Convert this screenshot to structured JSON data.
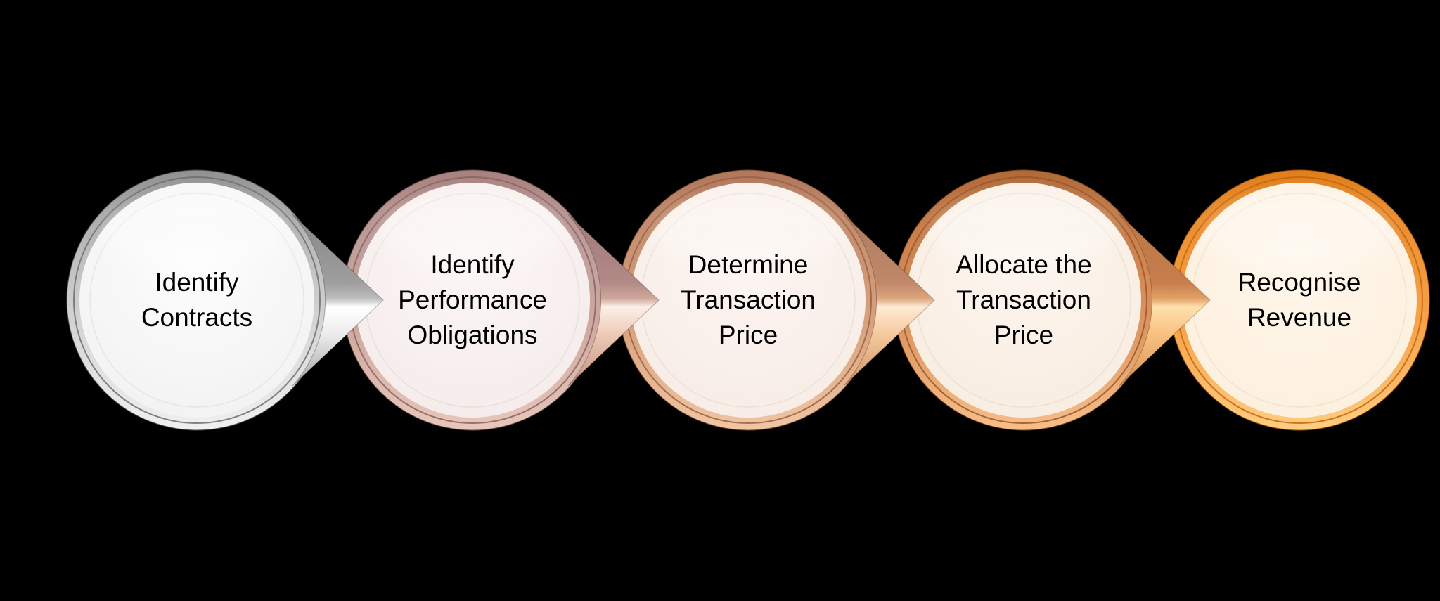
{
  "diagram": {
    "type": "process-flow",
    "background_color": "#000000",
    "text_color": "#000000",
    "steps": [
      {
        "id": 1,
        "label": "Identify\nContracts",
        "theme": "silver",
        "ring_color": "#bcbcbc",
        "fill_color": "#f7f6f6"
      },
      {
        "id": 2,
        "label": "Identify\nPerformance\nObligations",
        "theme": "rose",
        "ring_color": "#bf9f9c",
        "fill_color": "#f9f2f1"
      },
      {
        "id": 3,
        "label": "Determine\nTransaction\nPrice",
        "theme": "copper",
        "ring_color": "#c89273",
        "fill_color": "#faf1ec"
      },
      {
        "id": 4,
        "label": "Allocate the\nTransaction\nPrice",
        "theme": "bronze",
        "ring_color": "#cc8350",
        "fill_color": "#fbf1e9"
      },
      {
        "id": 5,
        "label": "Recognise\nRevenue",
        "theme": "orange",
        "ring_color": "#ef9438",
        "fill_color": "#fdf3e6"
      }
    ],
    "connectors": [
      {
        "from": 1,
        "to": 2,
        "color": "#bdbdbd"
      },
      {
        "from": 2,
        "to": 3,
        "color": "#c79d8e"
      },
      {
        "from": 3,
        "to": 4,
        "color": "#d59b72"
      },
      {
        "from": 4,
        "to": 5,
        "color": "#dd9355"
      }
    ]
  }
}
